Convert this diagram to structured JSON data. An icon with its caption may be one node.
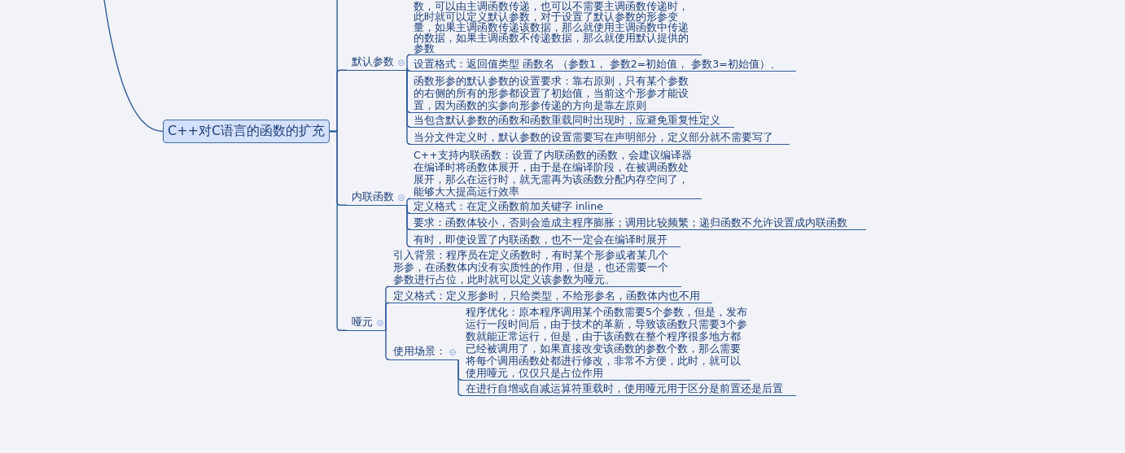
{
  "diagram": {
    "nodes": [
      {
        "text": [
          "C++对C语言的函数的扩充"
        ]
      },
      {
        "text": [
          "默认参数"
        ]
      },
      {
        "text": [
          "数，可以由主调函数传递，也可以不需要主调函数传递时，此时就可以定义默认参数，对于设置了默认参数的形参变量，如果主调函数传递该数据，那么就使用主调函数中传递的数据，如果主调函数不传递数据，那么就使用默认提供的参数"
        ]
      },
      {
        "text": [
          "设置格式：返回值类型  函数名 （参数1， 参数2=初始值， 参数3=初始值）、"
        ]
      },
      {
        "text": [
          "函数形参的默认参数的设置要求：靠右原则，只有某个参数的右侧的所有的形参都设置了初始值，当前这个形参才能设置，因为函数的实参向形参传递的方向是靠左原则"
        ]
      },
      {
        "text": [
          "当包含默认参数的函数和函数重载同时出现时，应避免重复性定义"
        ]
      },
      {
        "text": [
          "当分文件定义时，默认参数的设置需要写在声明部分，定义部分就不需要写了"
        ]
      },
      {
        "text": [
          "内联函数"
        ]
      },
      {
        "text": [
          "C++支持内联函数：设置了内联函数的函数，会建议编译器在编译时将函数体展开，由于是在编译阶段，在被调函数处展开，那么在运行时，就无需再为该函数分配内存空间了，能够大大提高运行效率"
        ]
      },
      {
        "text": [
          "定义格式：在定义函数前加关键字  inline"
        ]
      },
      {
        "text": [
          "要求：函数体较小，否则会造成主程序膨胀；调用比较频繁；递归函数不允许设置成内联函数"
        ]
      },
      {
        "text": [
          "有时，即使设置了内联函数，也不一定会在编译时展开"
        ]
      },
      {
        "text": [
          "哑元"
        ]
      },
      {
        "text": [
          "引入背景：程序员在定义函数时，有时某个形参或者某几个形参，在函数体内没有实质性的作用，但是，也还需要一个参数进行占位，此时就可以定义该参数为哑元。"
        ]
      },
      {
        "text": [
          "定义格式：定义形参时，只给类型，不给形参名，函数体内也不用"
        ]
      },
      {
        "text": [
          "使用场景："
        ]
      },
      {
        "text": [
          "程序优化：原本程序调用某个函数需要5个参数，但是，发布运行一段时间后，由于技术的革新，导致该函数只需要3个参数就能正常运行，但是，由于该函数在整个程序很多地方都已经被调用了，如果直接改变该函数的参数个数，那么需要将每个调用函数处都进行修改，非常不方便，此时，就可以使用哑元，仅仅只是占位作用"
        ]
      },
      {
        "text": [
          "在进行自增或自减运算符重载时，使用哑元用于区分是前置还是后置"
        ]
      }
    ],
    "edges": [
      {
        "from": null,
        "to": 0,
        "arrow": "none"
      },
      {
        "from": 0,
        "to": null,
        "arrow": "none"
      },
      {
        "from": 0,
        "to": 1,
        "arrow": "none"
      },
      {
        "from": 1,
        "to": 2,
        "arrow": "none"
      },
      {
        "from": 1,
        "to": 3,
        "arrow": "none"
      },
      {
        "from": 1,
        "to": 4,
        "arrow": "none"
      },
      {
        "from": 1,
        "to": 5,
        "arrow": "none"
      },
      {
        "from": 1,
        "to": 6,
        "arrow": "none"
      },
      {
        "from": 0,
        "to": 7,
        "arrow": "none"
      },
      {
        "from": 7,
        "to": 8,
        "arrow": "none"
      },
      {
        "from": 7,
        "to": 9,
        "arrow": "none"
      },
      {
        "from": 7,
        "to": 10,
        "arrow": "none"
      },
      {
        "from": 7,
        "to": 11,
        "arrow": "none"
      },
      {
        "from": 0,
        "to": 12,
        "arrow": "none"
      },
      {
        "from": 12,
        "to": 13,
        "arrow": "none"
      },
      {
        "from": 12,
        "to": 14,
        "arrow": "none"
      },
      {
        "from": 12,
        "to": 15,
        "arrow": "none"
      },
      {
        "from": 15,
        "to": 16,
        "arrow": "none"
      },
      {
        "from": 15,
        "to": 17,
        "arrow": "none"
      }
    ]
  }
}
